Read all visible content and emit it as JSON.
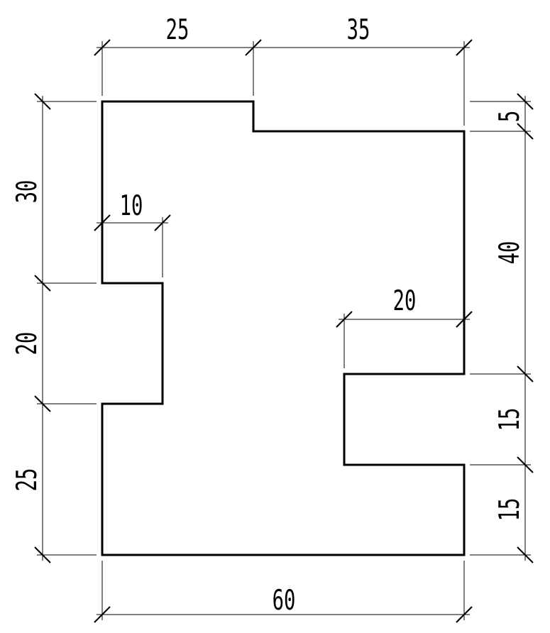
{
  "drawing": {
    "units_note": "",
    "dimensions": {
      "top_left_width": "25",
      "top_right_width": "35",
      "left_upper_height": "30",
      "left_notch_height": "20",
      "left_lower_height": "25",
      "left_notch_depth": "10",
      "right_step_height": "5",
      "right_upper_height": "40",
      "right_notch_depth": "20",
      "right_notch_height": "15",
      "right_lower_height": "15",
      "total_width": "60"
    }
  }
}
